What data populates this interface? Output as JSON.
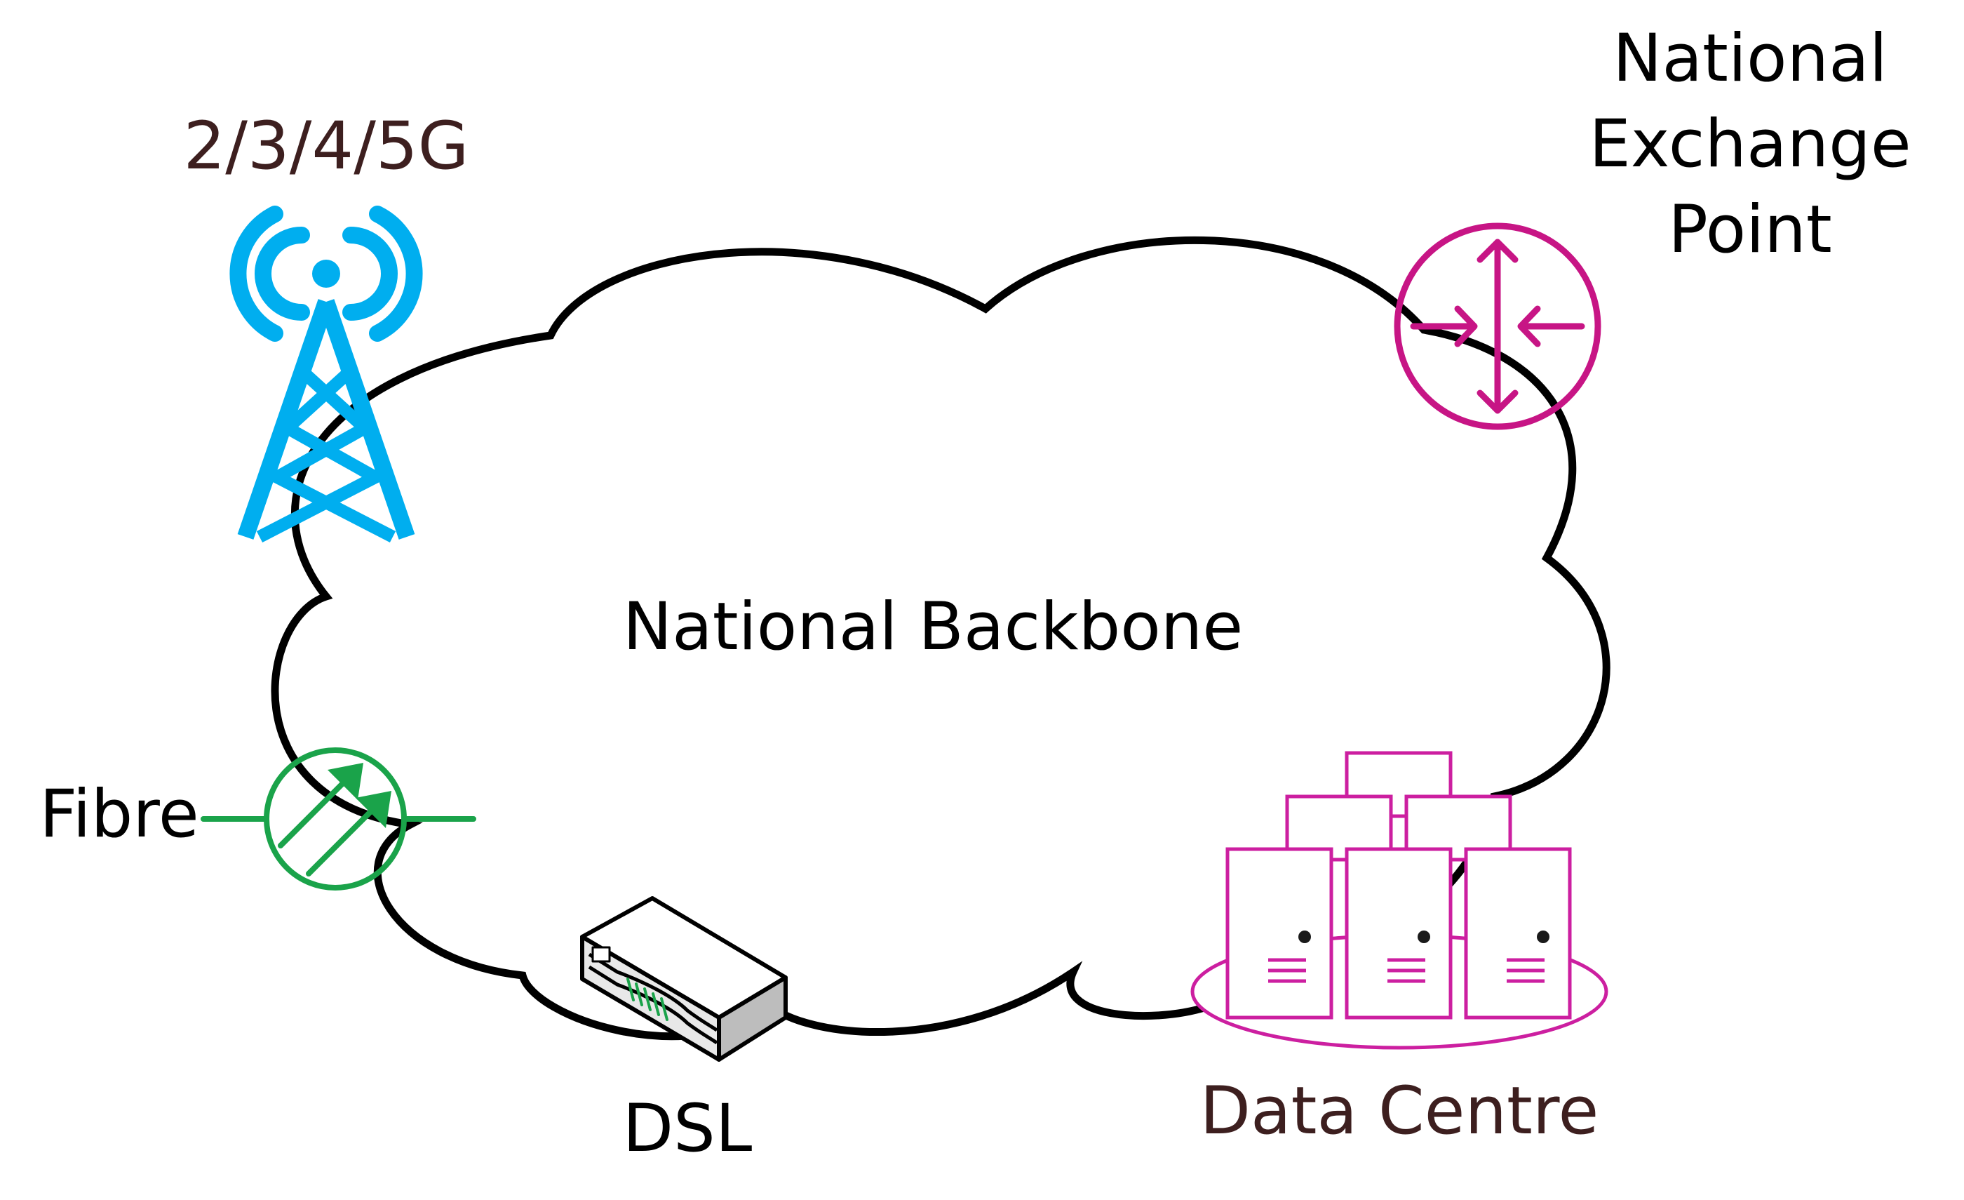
{
  "diagram": {
    "cloud_label": "National Backbone",
    "nodes": {
      "mobile": {
        "label": "2/3/4/5G",
        "icon": "cell-tower-icon"
      },
      "exchange": {
        "label_lines": [
          "National",
          "Exchange",
          "Point"
        ],
        "icon": "router-icon"
      },
      "fibre": {
        "label": "Fibre",
        "icon": "fibre-link-icon"
      },
      "dsl": {
        "label": "DSL",
        "icon": "dsl-modem-icon"
      },
      "datacentre": {
        "label": "Data Centre",
        "icon": "server-rack-icon"
      }
    }
  },
  "colors": {
    "cloud_stroke": "#000000",
    "mobile": "#00aeef",
    "exchange": "#c71585",
    "fibre": "#1aa34a",
    "datacentre": "#cc1fa0",
    "label_brown": "#3d1f1f",
    "label_black": "#000000"
  }
}
